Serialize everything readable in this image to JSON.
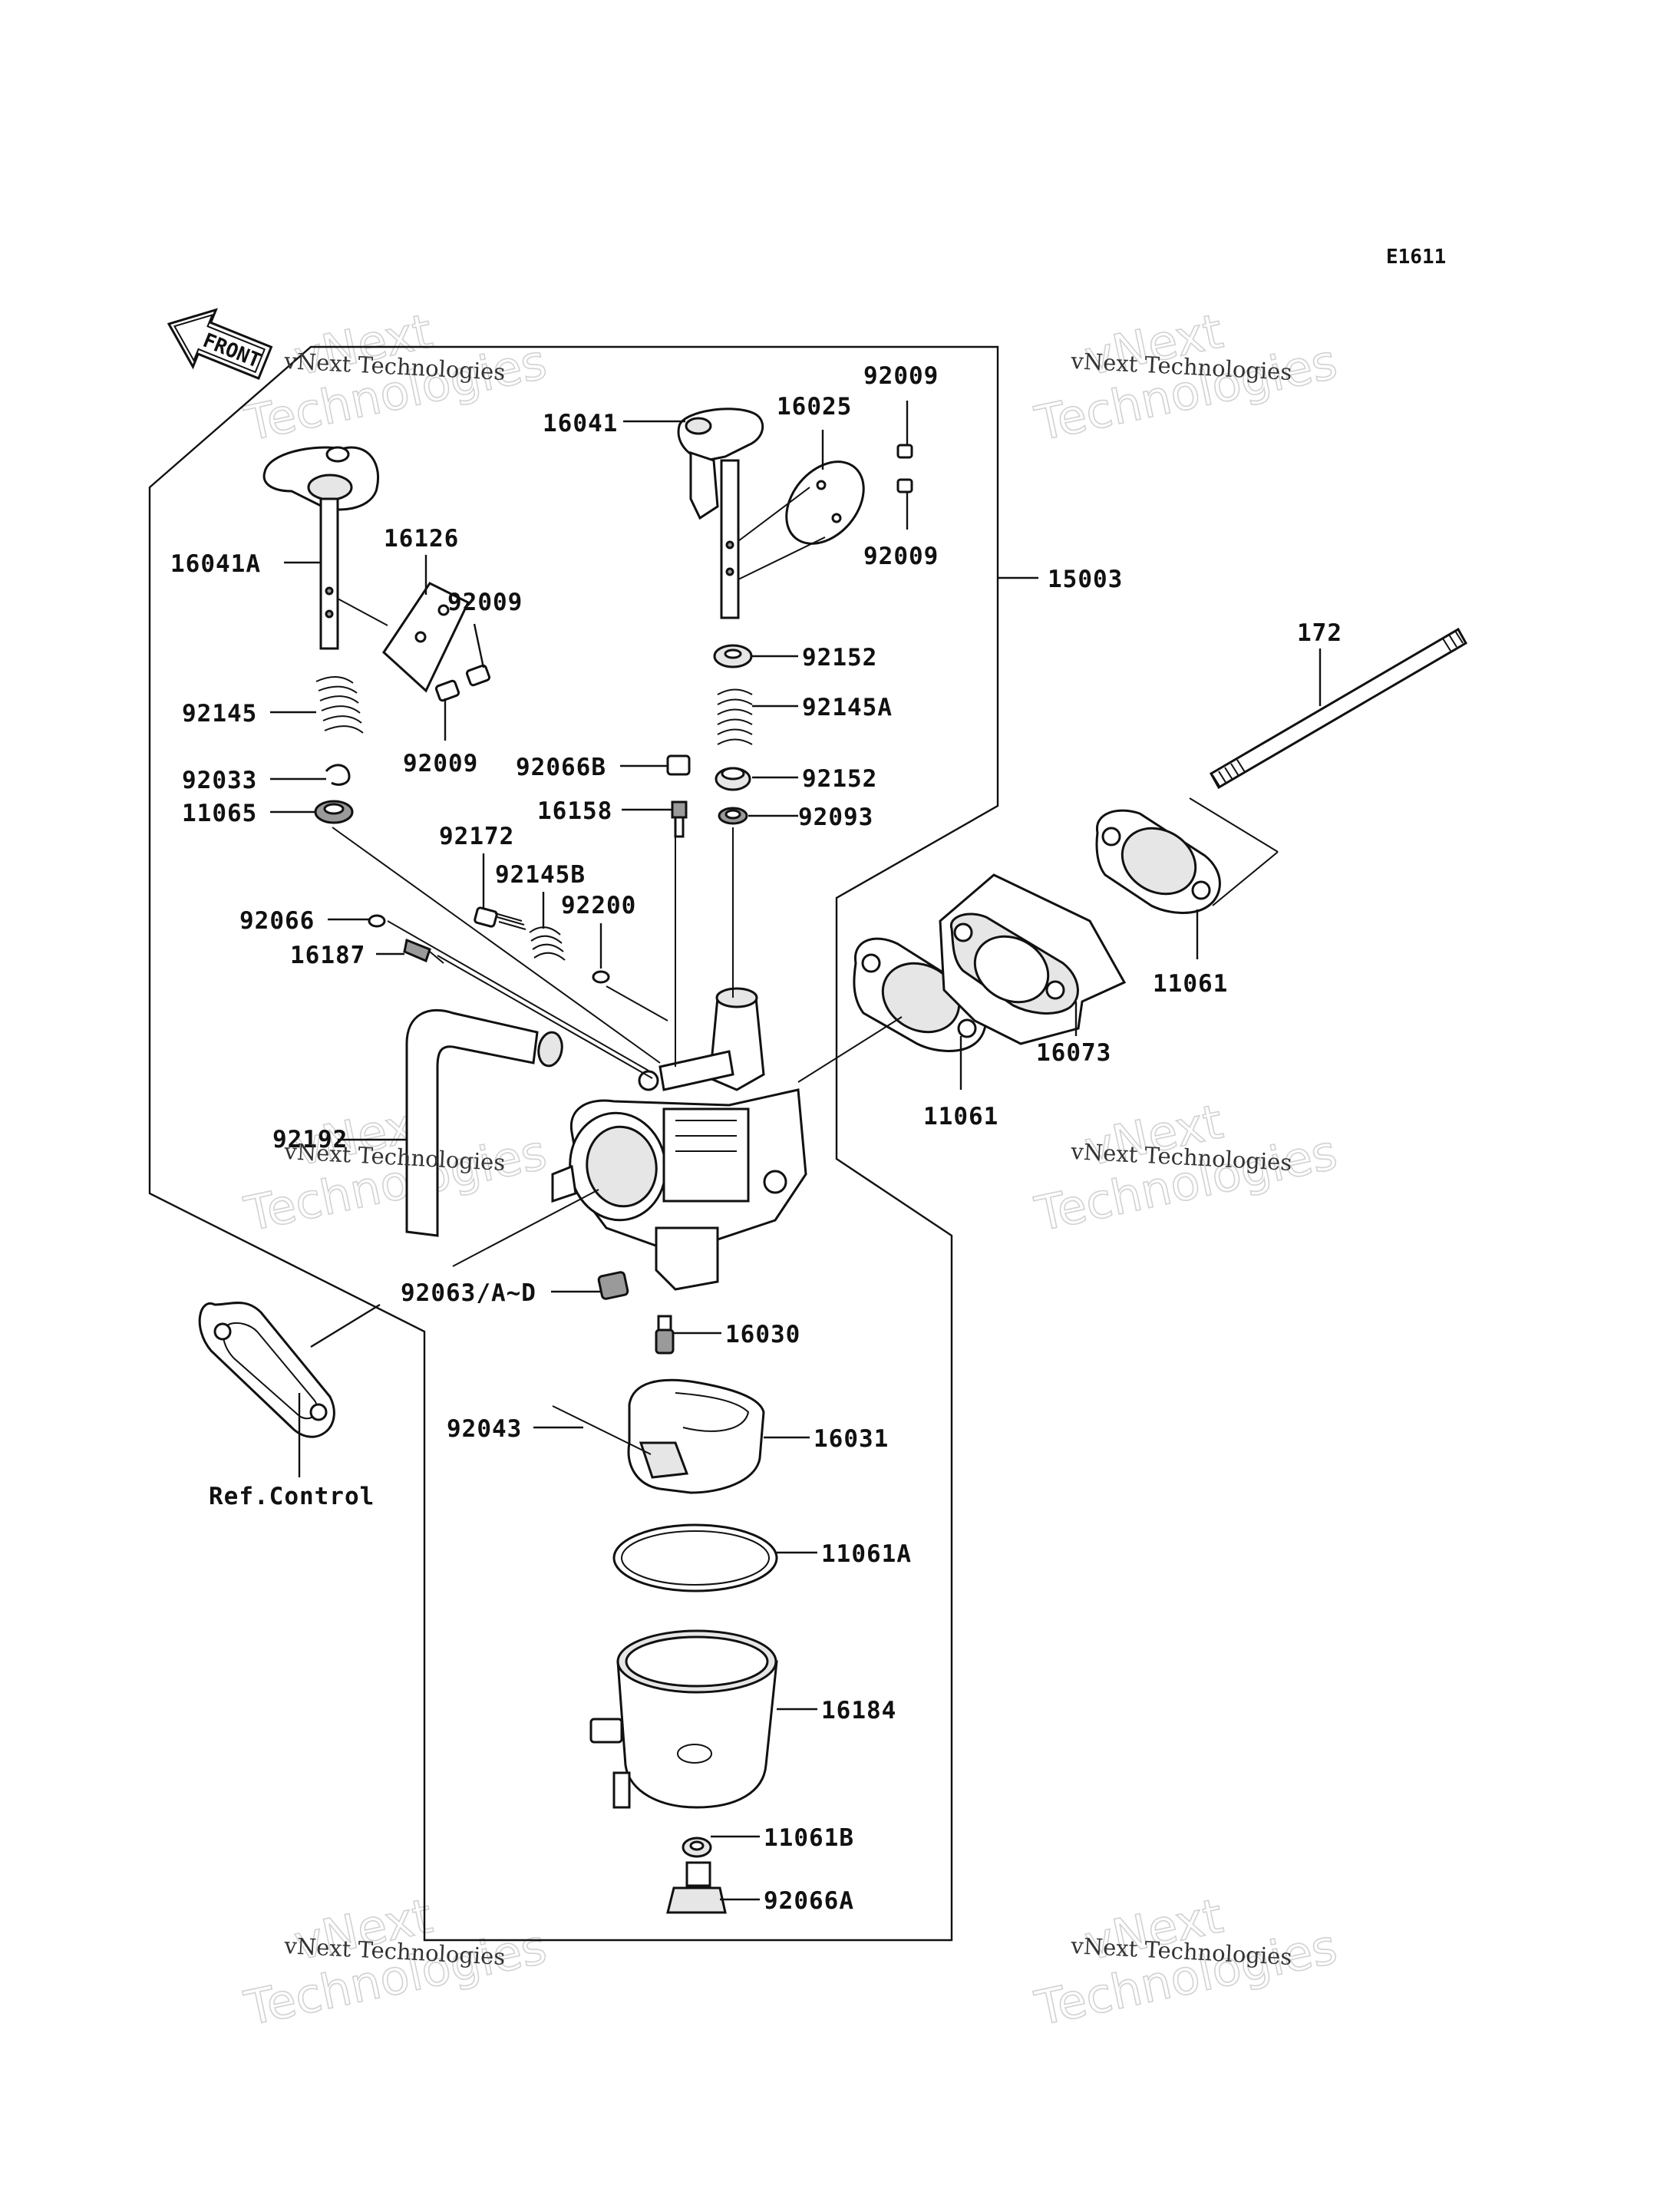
{
  "diagram_code": "E1611",
  "front_label": "FRONT",
  "ref_label": "Ref.Control",
  "watermark": {
    "line1": "vNext",
    "line2": "Technologies",
    "caption": "vNext Technologies"
  },
  "parts": [
    "15003",
    "16041",
    "16025",
    "92009",
    "92009",
    "16041A",
    "16126",
    "92009",
    "92009",
    "92152",
    "92145A",
    "92152",
    "92093",
    "92145",
    "92033",
    "11065",
    "92066B",
    "16158",
    "92172",
    "92145B",
    "92200",
    "92066",
    "16187",
    "172",
    "11061",
    "16073",
    "11061",
    "92192",
    "92063/A~D",
    "16030",
    "92043",
    "16031",
    "11061A",
    "16184",
    "11061B",
    "92066A"
  ]
}
